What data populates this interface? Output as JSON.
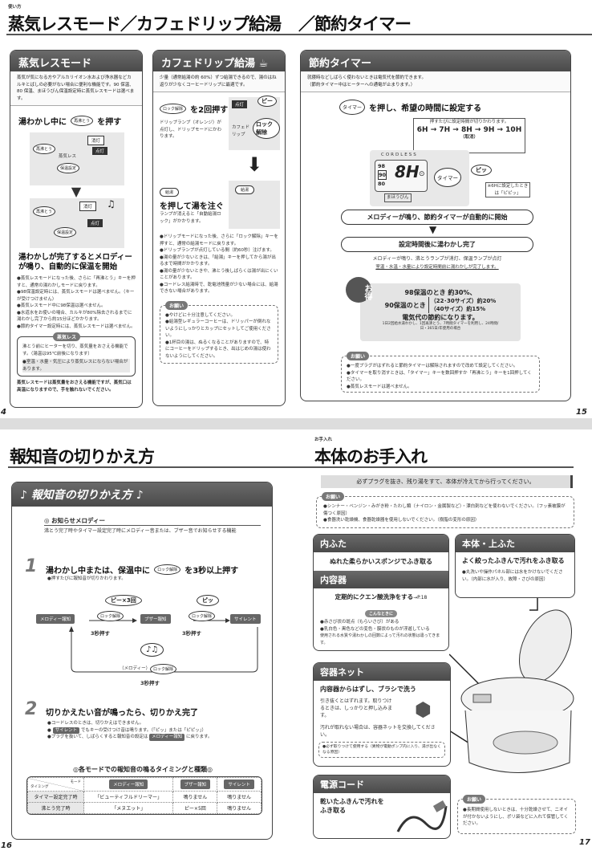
{
  "top": {
    "kicker": "使い方",
    "title": "蒸気レスモード／カフェドリップ給湯",
    "title2": "／節約タイマー",
    "page_left": "4",
    "page_right": "15",
    "steamless": {
      "header": "蒸気レスモード",
      "lead": "蒸気が気になる方やアルカリイオン水および浄水器などカルキとばしの必要がない場合に便利な機能です。90 保温、80 保温、まほうびん保温設定時に蒸気レスモードは選べます。",
      "step": "湯わかし中に",
      "step_key": "再沸とう",
      "step_tail": "を押す",
      "lamp_off": "消灯",
      "lamp_on": "点灯",
      "key_reboil": "再沸とう",
      "key_keep": "保温設定",
      "lamp_label": "蒸気レス",
      "result": "湯わかしが完了するとメロディーが鳴り、自動的に保温を開始",
      "notes": [
        "蒸気レスモードになった後、さらに「再沸とう」キーを押すと、通常の湯わかしモードに戻ります。",
        "98保温設定時には、蒸気レスモードは選べません。（キーが受けつけません）",
        "蒸気レスモード中に98保温は選べません。",
        "水道水をお使いの場合、カルキが80%除去されるまでに湯わかし完了から約15分ほどかかります。",
        "節約タイマー設定時には、蒸気レスモードは選べません。"
      ],
      "box_title": "蒸気レス",
      "box_text": "沸とう前にヒーターを切り、蒸気量をおさえる機能です。（湯温は95℃前後になります）",
      "box_note": "室温・水量・気圧により蒸気レスにならない場合があります。",
      "warning": "蒸気レスモードは蒸気量をおさえる機能ですが、蒸気口は高温になりますので、手を触れないでください。"
    },
    "cafe": {
      "header": "カフェドリップ給湯",
      "lead": "少量（通常給湯の約 60%）ずつ給湯できるので、湯のはね返りが少なくコーヒードリップに最適です。",
      "step1_key": "ロック解除",
      "step1": "を2回押す",
      "step1_desc": "ドリップランプ（オレンジ）が点灯し、ドリップモードにかわります。",
      "beep": "ピー",
      "lamp_on": "点灯",
      "drip_label": "カフェドリップ",
      "lock_key": "ロック解除",
      "step2_key": "給湯",
      "step2": "を押して湯を注ぐ",
      "step2_desc": "ランプが消えると「自動給湯ロック」がかかります。",
      "notes": [
        "ドリップモードになった後、さらに「ロック解除」キーを押すと、通常の給湯モードに戻ります。",
        "ドリップランプが点灯している間（約60秒）注げます。",
        "湯の量が少ないときは、「給湯」キーを押してから湯が出るまで時間がかかります。",
        "湯の量が少ないときや、沸とう後しばらくは湯が出にくいことがあります。",
        "コードレス給湯時で、乾電池残量が少ない場合には、給湯できない場合があります。"
      ],
      "onegai": "お願い",
      "onegai_notes": [
        "やけどに十分注意してください。",
        "給湯型レギュラーコーヒーは、ドリッパーが倒れないようにしっかりとカップにセットしてご使用ください。",
        "1杯目の湯は、ぬるくなることがありますので、特にコーヒーをドリップするとき、出はじめの湯は使わないようにしてください。"
      ]
    },
    "timer": {
      "header": "節約タイマー",
      "lead": [
        "就寝時などしばらく使わないときは電気代を節約できます。",
        "（節約タイマー中はヒーターへの通電が止まります。）"
      ],
      "key": "タイマー",
      "step": "を押し、希望の時間に設定する",
      "cycle_note": "押すたびに設定時間が切りかわります。",
      "cycle": "6H → 7H → 8H → 9H → 10H",
      "cancel": "（取消）",
      "display_value": "8H",
      "temps": [
        "98",
        "90",
        "80"
      ],
      "mahoubin": "まほうびん",
      "cordless": "CORDLESS",
      "beep": "ピッ",
      "footnote": "※6Hに設定したときは「ピピッ」",
      "flow1": "メロディーが鳴り、節約タイマーが自動的に開始",
      "flow2": "設定時間後に湯わかし完了",
      "flow2_desc": "メロディーが鳴り、沸とうランプが消灯、保温ランプが点灯",
      "flow2_note": "室温・水温・水量により設定時間前に湯わかしが完了します。",
      "otoku_badge": "お得",
      "otoku1": "98保温のとき 約30%、",
      "otoku2_label": "90保温のとき",
      "otoku2a": "（22･30サイズ）約20%",
      "otoku2b": "（40サイズ）約15%",
      "otoku3": "電気代の節約になります。",
      "otoku_note": "1日2回給水湯わかし、1回再沸とう、7時間タイマーを利用し、24時間/日・365日/年使用の場合",
      "onegai": "お願い",
      "onegai_notes": [
        "一度プラグがはずれると節約タイマーは解除されますので改めて設定してください。",
        "タイマーを取り消すときは、「タイマー」キーを数回押すか「再沸とう」キーを1回押してください。",
        "蒸気レスモードは選べません。"
      ]
    }
  },
  "bottom": {
    "left": {
      "title": "報知音の切りかえ方",
      "page": "16",
      "panel_header": "報知音の切りかえ方",
      "sub": "お知らせメロディー",
      "sub_desc": "沸とう完了時やタイマー設定完了時にメロディー音または、ブザー音でお知らせする機能",
      "step1_num": "1",
      "step1": "湯わかし中または、保温中に",
      "step1_key": "ロック解除",
      "step1_tail": "を3秒以上押す",
      "step1_note": "押すたびに報知音が切りかわります。",
      "modes": [
        "メロディー報知",
        "ブザー報知",
        "サイレント"
      ],
      "beep3": "ピー×3回",
      "beep1": "ピッ",
      "melody": "（メロディー）",
      "press3": "3秒押す",
      "step2_num": "2",
      "step2": "切りかえたい音が鳴ったら、切りかえ完了",
      "step2_notes": [
        "コードレスのときは、切りかえはできません。",
        "でもキーの受けつけ音は鳴ります。（「ピッ」または「ピピッ」）",
        "プラグを抜いて、しばらくすると報知音の設定は",
        "に戻ります。"
      ],
      "silent_tag": "サイレント",
      "melody_tag": "メロディー報知",
      "table_title": "◎各モードでの報知音の鳴るタイミングと種類◎",
      "table": {
        "corner_mode": "モード",
        "corner_timing": "タイミング",
        "cols": [
          "メロディー報知",
          "ブザー報知",
          "サイレント"
        ],
        "rows": [
          {
            "label": "タイマー設定完了時",
            "cells": [
              "「ビューティフルドリーマー」",
              "鳴りません",
              "鳴りません"
            ]
          },
          {
            "label": "沸とう完了時",
            "cells": [
              "「メヌエット」",
              "ピー×5回",
              "鳴りません"
            ]
          }
        ]
      }
    },
    "right": {
      "kicker": "お手入れ",
      "title": "本体のお手入れ",
      "page": "17",
      "notice": "必ずプラグを抜き、残り湯をすて、本体が冷えてから行ってください。",
      "onegai": "お願い",
      "onegai_notes": [
        "シンナー・ベンジン・みがき粉・たわし類（ナイロン・金属製など）・漂白剤などを使わないでください。（フッ素被膜が傷つく原因）",
        "食器洗い乾燥機、食器乾燥器を使用しないでください。（樹脂の変形の原因）"
      ],
      "uchifuta": {
        "header": "内ふた",
        "text": "ぬれた柔らかいスポンジでふき取る"
      },
      "naiyouki": {
        "header": "内容器",
        "text": "定期的にクエン酸洗浄をする",
        "ref": "→P.18",
        "tag": "こんなときに",
        "notes": [
          "赤さび状の斑点（もらいさび）がある",
          "乳白色・黒色などの変色・膜状のものが浮遊している"
        ],
        "paren": "使用される水質や湯わかしの回数によって汚れの状態は違ってきます。"
      },
      "hontai": {
        "header": "本体・上ふた",
        "text": "よく絞ったふきんで汚れをふき取る",
        "note": "丸洗いや操作パネル部には水をかけないでください。（内部に水が入り、故障・さびの原因）"
      },
      "net": {
        "header": "容器ネット",
        "text": "内容器からはずし、ブラシで洗う",
        "desc": "引き抜くとはずれます。取りつけるときは、しっかりと押し込みます。",
        "desc2": "汚れが取れない場合は、容器ネットを交換してください。",
        "note": "必ず取りつけて使用する（異物が電動ポンプ内に入り、湯が出なくなる原因）"
      },
      "cord": {
        "header": "電源コード",
        "text": "乾いたふきんで汚れをふき取る"
      },
      "onegai2_notes": [
        "長期間使用しないときは、十分乾燥させて、ニオイが付かないようにし、ポリ袋などに入れて保管してください。"
      ]
    }
  }
}
